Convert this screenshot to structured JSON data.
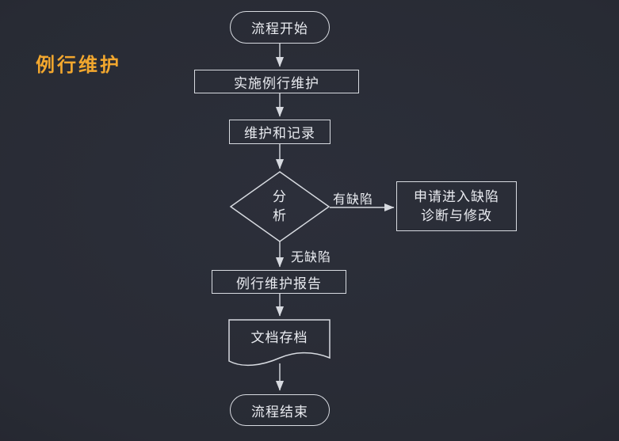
{
  "page": {
    "background_color": "#282b34",
    "stroke_color": "#d7dae0",
    "text_color": "#e9ebf0"
  },
  "title": {
    "text": "例行维护",
    "color": "#f2a72e"
  },
  "nodes": {
    "start": {
      "type": "terminator",
      "label": "流程开始"
    },
    "implement": {
      "type": "process",
      "label": "实施例行维护"
    },
    "record": {
      "type": "process",
      "label": "维护和记录"
    },
    "analysis": {
      "type": "decision",
      "label": "分\n析"
    },
    "defect_request": {
      "type": "process",
      "label": "申请进入缺陷\n诊断与修改"
    },
    "report": {
      "type": "process",
      "label": "例行维护报告"
    },
    "archive": {
      "type": "document",
      "label": "文档存档"
    },
    "end": {
      "type": "terminator",
      "label": "流程结束"
    }
  },
  "edge_labels": {
    "has_defect": "有缺陷",
    "no_defect": "无缺陷"
  }
}
